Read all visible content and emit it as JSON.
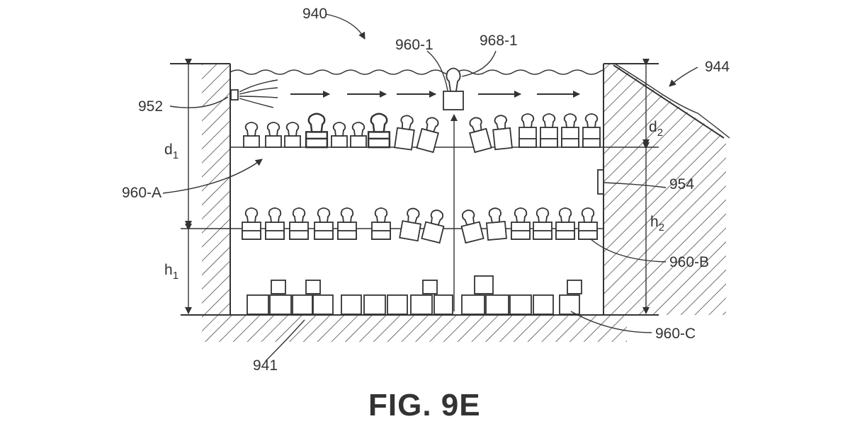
{
  "figure": {
    "caption": "FIG. 9E",
    "reference_numerals": {
      "system": "940",
      "floor": "941",
      "shore": "944",
      "sprayer": "952",
      "sensor": "954",
      "tier_a": "960-A",
      "tier_b": "960-B",
      "tier_c": "960-C",
      "plant_unit": "960-1",
      "plant": "968-1"
    },
    "dimensions": {
      "d1_main": "d",
      "d1_sub": "1",
      "h1_main": "h",
      "h1_sub": "1",
      "d2_main": "d",
      "d2_sub": "2",
      "h2_main": "h",
      "h2_sub": "2"
    }
  }
}
